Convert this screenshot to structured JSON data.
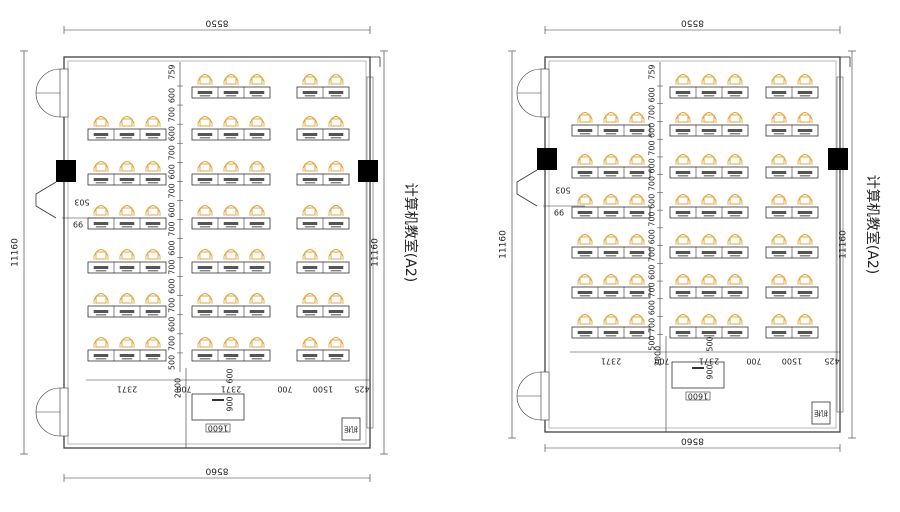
{
  "plans": [
    {
      "room_label": "计算机教室(A2)",
      "width_top": "8550",
      "width_bottom": "8560",
      "height_left": "11160",
      "height_right": "11160",
      "door_dims": [
        "503",
        "99"
      ],
      "left_col_width": "2371",
      "mid_col_width": "2371",
      "right_col_width": "1500",
      "aisle_width": "700",
      "right_margin": "425",
      "front_row_dim": "759",
      "row_dims": [
        "600",
        "700",
        "600",
        "700",
        "600",
        "700",
        "600",
        "700",
        "600",
        "700",
        "600",
        "700",
        "600",
        "700",
        "500"
      ],
      "podium_dims": [
        "2000",
        "600",
        "900"
      ],
      "podium_width": "1600",
      "cabinet_label": "机柜"
    },
    {
      "room_label": "计算机教室(A2)",
      "width_top": "8550",
      "width_bottom": "8560",
      "height_left": "11160",
      "height_right": "11160",
      "door_dims": [
        "503",
        "99"
      ],
      "left_col_width": "2371",
      "mid_col_width": "2371",
      "right_col_width": "1500",
      "aisle_width": "700",
      "right_margin": "425",
      "front_row_dim": "759",
      "row_dims": [
        "600",
        "700",
        "600",
        "700",
        "600",
        "700",
        "600",
        "700",
        "600",
        "700",
        "600",
        "700",
        "600",
        "700",
        "500"
      ],
      "podium_dims": [
        "2000",
        "500",
        "900"
      ],
      "podium_width": "1600",
      "cabinet_label": "机柜"
    }
  ]
}
